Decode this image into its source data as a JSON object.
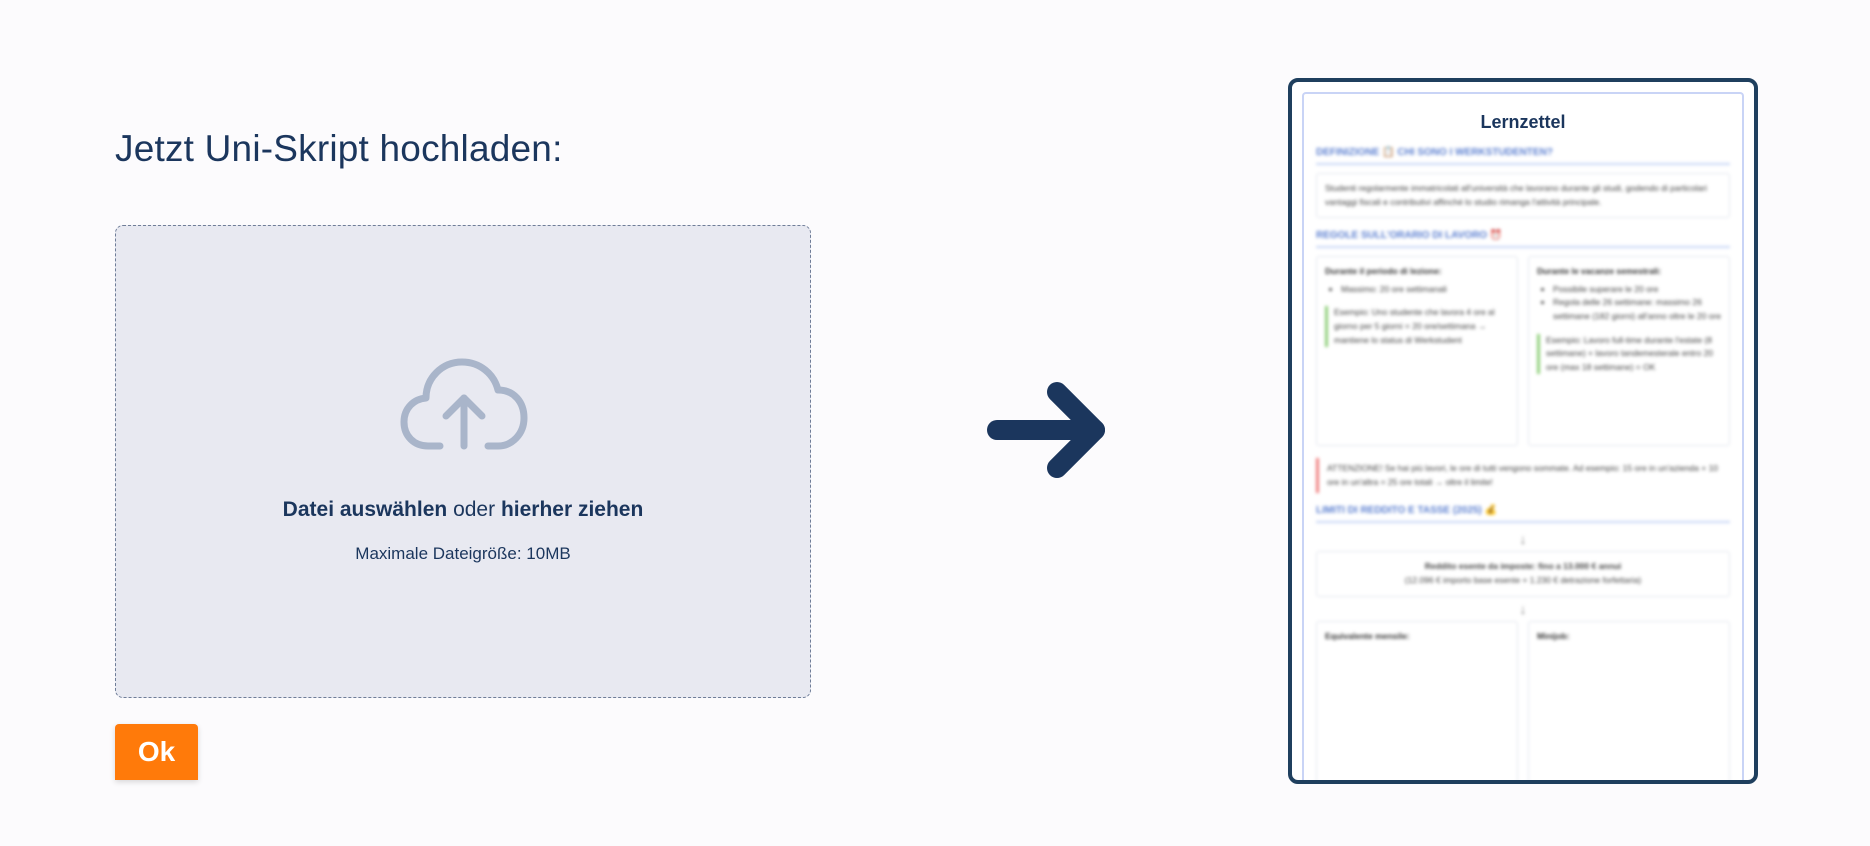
{
  "upload": {
    "heading": "Jetzt Uni-Skript hochladen:",
    "select_file": "Datei auswählen",
    "or": " oder ",
    "drag_here": "hierher ziehen",
    "max_size": "Maximale Dateigröße: 10MB",
    "ok_label": "Ok"
  },
  "preview": {
    "title": "Lernzettel",
    "section_1": "Definizione 📋 Chi sono i Werkstudenten?",
    "definition_text": "Studenti regolarmente immatricolati all'università che lavorano durante gli studi, godendo di particolari vantaggi fiscali e contributivi affinché lo studio rimanga l'attività principale.",
    "section_2": "Regole sull'orario di lavoro ⏰",
    "col_left_title": "Durante il periodo di lezione:",
    "col_left_item": "Massimo: 20 ore settimanali",
    "col_left_example": "Esempio: Uno studente che lavora 4 ore al giorno per 5 giorni = 20 ore/settimana → mantiene lo status di Werkstudent",
    "col_right_title": "Durante le vacanze semestrali:",
    "col_right_item_1": "Possibile superare le 20 ore",
    "col_right_item_2": "Regola delle 26 settimane: massimo 26 settimane (182 giorni) all'anno oltre le 20 ore",
    "col_right_example": "Esempio: Lavoro full-time durante l'estate (8 settimane) + lavoro tandemesterale entro 20 ore (max 18 settimane) = OK",
    "warning": "ATTENZIONE! Se hai più lavori, le ore di tutti vengono sommate. Ad esempio: 15 ore in un'azienda + 10 ore in un'altra = 25 ore totali → oltre il limite!",
    "section_3": "Limiti di reddito e tasse (2025) 💰",
    "arrow": "↓",
    "income_title": "Reddito esente da imposte: fino a 13.000 € annui",
    "income_sub": "(12.096 € importo base esente + 1.230 € detrazione forfettaria)",
    "bottom_left": "Equivalente mensile:",
    "bottom_right": "Minijob:"
  }
}
